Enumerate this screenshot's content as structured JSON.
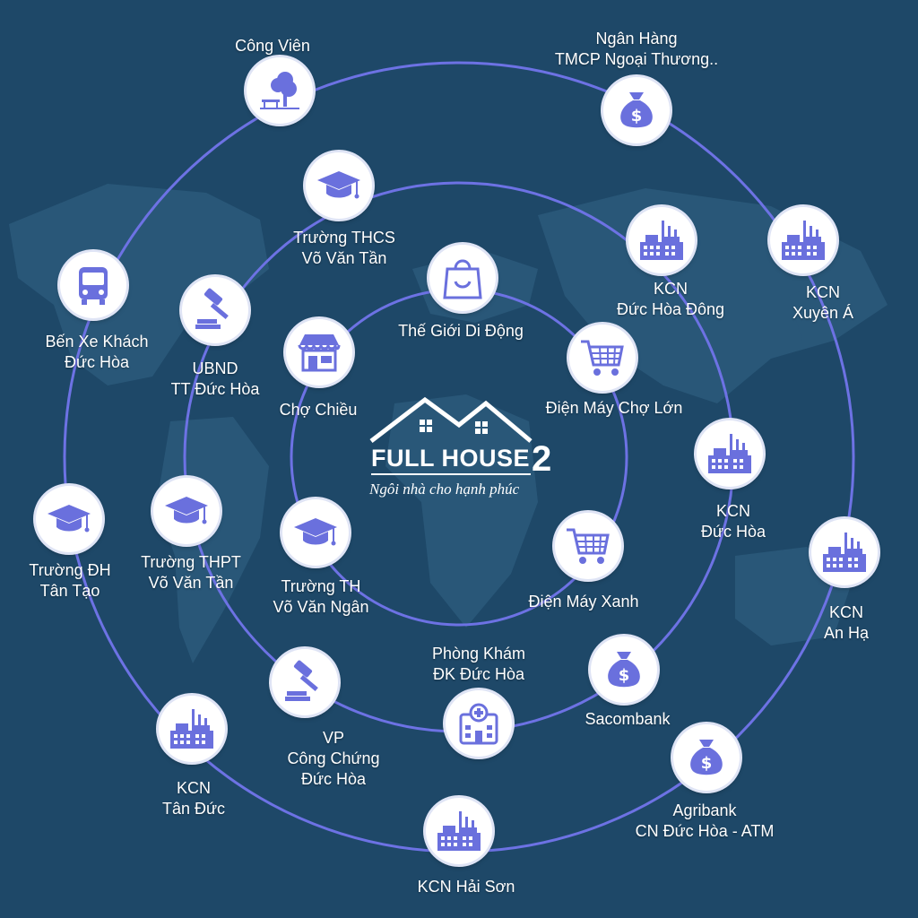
{
  "colors": {
    "background": "#1e4868",
    "ring": "#6d72e4",
    "icon": "#6a70dd",
    "map": "#2e5b7c"
  },
  "brand": {
    "name": "FULL HOUSE",
    "number": "2",
    "slogan": "Ngôi nhà cho hạnh phúc"
  },
  "nodes": [
    {
      "id": "cong-vien",
      "icon": "park-icon",
      "lines": [
        "Công Viên"
      ]
    },
    {
      "id": "ngan-hang-tmcp",
      "icon": "money-bag-icon",
      "lines": [
        "Ngân Hàng",
        "TMCP Ngoại Thương.."
      ]
    },
    {
      "id": "truong-thcs",
      "icon": "graduation-cap-icon",
      "lines": [
        "Trường THCS",
        "Võ Văn Tần"
      ]
    },
    {
      "id": "kcn-duc-hoa-dong",
      "icon": "factory-icon",
      "lines": [
        "KCN",
        "Đức Hòa Đông"
      ]
    },
    {
      "id": "kcn-xuyen-a",
      "icon": "factory-icon",
      "lines": [
        "KCN",
        "Xuyên Á"
      ]
    },
    {
      "id": "ben-xe",
      "icon": "bus-icon",
      "lines": [
        "Bến Xe Khách",
        "Đức Hòa"
      ]
    },
    {
      "id": "the-gioi-di-dong",
      "icon": "shopping-bag-icon",
      "lines": [
        "Thế Giới Di Động"
      ]
    },
    {
      "id": "ubnd",
      "icon": "gavel-icon",
      "lines": [
        "UBND",
        "TT Đức Hòa"
      ]
    },
    {
      "id": "cho-chieu",
      "icon": "market-stall-icon",
      "lines": [
        "Chợ Chiều"
      ]
    },
    {
      "id": "dien-may-cho-lon",
      "icon": "shopping-cart-icon",
      "lines": [
        "Điện Máy Chợ Lớn"
      ]
    },
    {
      "id": "kcn-duc-hoa",
      "icon": "factory-icon",
      "lines": [
        "KCN",
        "Đức Hòa"
      ]
    },
    {
      "id": "truong-dh",
      "icon": "graduation-cap-icon",
      "lines": [
        "Trường  ĐH",
        "Tân Tạo"
      ]
    },
    {
      "id": "truong-thpt",
      "icon": "graduation-cap-icon",
      "lines": [
        "Trường THPT",
        "Võ Văn Tần"
      ]
    },
    {
      "id": "truong-th",
      "icon": "graduation-cap-icon",
      "lines": [
        "Trường TH",
        "Võ Văn Ngân"
      ]
    },
    {
      "id": "dien-may-xanh",
      "icon": "shopping-cart-icon",
      "lines": [
        "Điện Máy Xanh"
      ]
    },
    {
      "id": "kcn-an-ha",
      "icon": "factory-icon",
      "lines": [
        "KCN",
        "An Hạ"
      ]
    },
    {
      "id": "phong-kham",
      "icon": "hospital-icon",
      "lines": [
        "Phòng Khám",
        "ĐK Đức Hòa"
      ]
    },
    {
      "id": "sacombank",
      "icon": "money-bag-icon",
      "lines": [
        "Sacombank"
      ]
    },
    {
      "id": "vp-cong-chung",
      "icon": "gavel-icon",
      "lines": [
        "VP",
        "Công Chứng",
        "Đức Hòa"
      ]
    },
    {
      "id": "kcn-tan-duc",
      "icon": "factory-icon",
      "lines": [
        "KCN",
        "Tân Đức"
      ]
    },
    {
      "id": "agribank",
      "icon": "money-bag-icon",
      "lines": [
        "Agribank",
        "CN Đức Hòa - ATM"
      ]
    },
    {
      "id": "kcn-hai-son",
      "icon": "factory-icon",
      "lines": [
        "KCN Hải Sơn"
      ]
    }
  ]
}
